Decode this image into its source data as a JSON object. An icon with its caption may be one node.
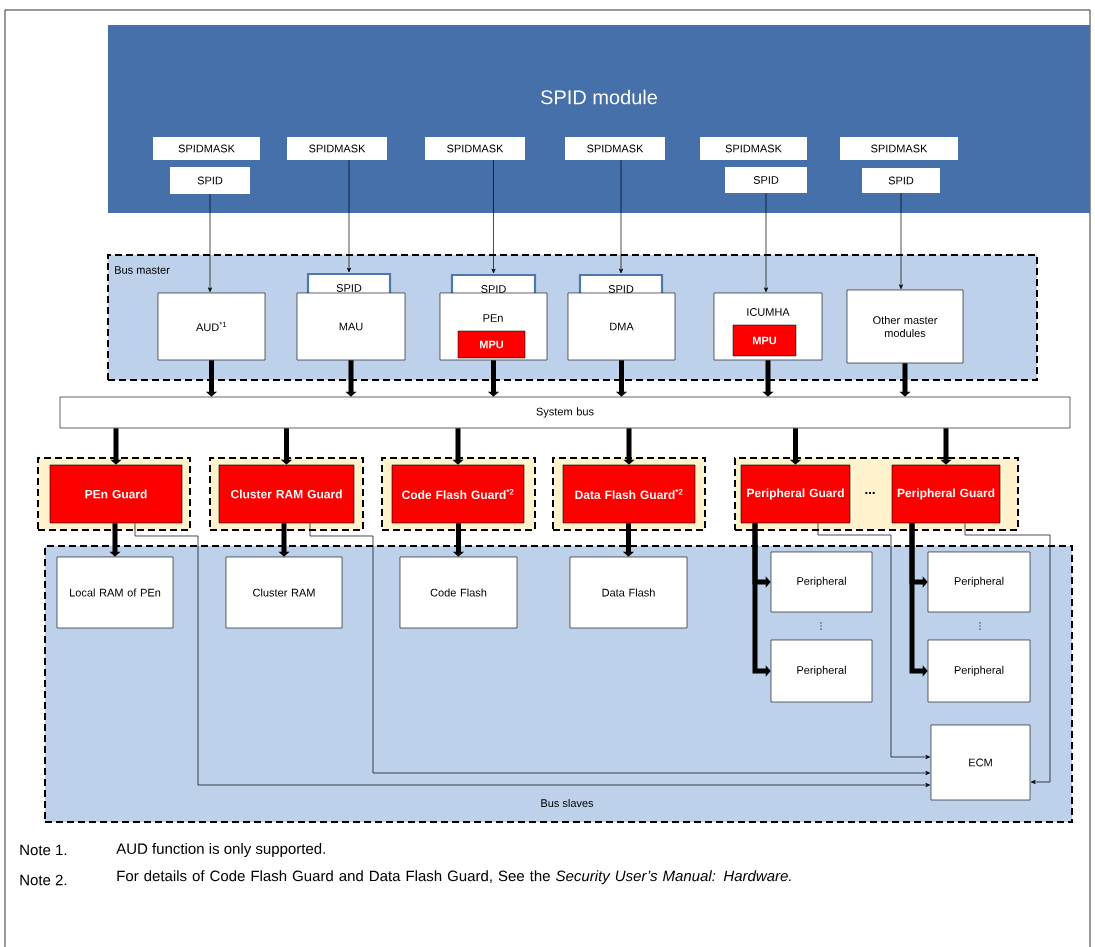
{
  "diagram": {
    "nodes": [
      {
        "text": [
          "SPID module"
        ]
      },
      {
        "text": [
          "SPIDMASK"
        ],
        "in": 0
      },
      {
        "text": [
          "SPIDMASK"
        ],
        "in": 0
      },
      {
        "text": [
          "SPIDMASK"
        ],
        "in": 0
      },
      {
        "text": [
          "SPIDMASK"
        ],
        "in": 0
      },
      {
        "text": [
          "SPIDMASK"
        ],
        "in": 0
      },
      {
        "text": [
          "SPIDMASK"
        ],
        "in": 0
      },
      {
        "text": [
          "SPID"
        ],
        "in": 0
      },
      {
        "text": [
          "SPID"
        ],
        "in": 0
      },
      {
        "text": [
          "SPID"
        ],
        "in": 0
      },
      {
        "text": [
          "Bus master"
        ]
      },
      {
        "text": [
          "AUD$^{*1}$"
        ],
        "in": 10
      },
      {
        "text": [
          "SPID"
        ],
        "in": 10
      },
      {
        "text": [
          "MAU"
        ],
        "in": 10
      },
      {
        "text": [
          "SPID"
        ],
        "in": 10
      },
      {
        "text": [
          "PEn"
        ],
        "in": 10
      },
      {
        "text": [
          "MPU"
        ],
        "in": 15
      },
      {
        "text": [
          "SPID"
        ],
        "in": 10
      },
      {
        "text": [
          "DMA"
        ],
        "in": 10
      },
      {
        "text": [
          "ICUMHA"
        ],
        "in": 10
      },
      {
        "text": [
          "MPU"
        ],
        "in": 19
      },
      {
        "text": [
          "Other master modules"
        ],
        "in": 10
      },
      {
        "text": [
          "System bus"
        ]
      },
      {
        "text": [],
        "shape": "box"
      },
      {
        "text": [
          "PEn Guard"
        ],
        "in": 23
      },
      {
        "text": [],
        "shape": "box"
      },
      {
        "text": [
          "Cluster RAM Guard"
        ],
        "in": 25
      },
      {
        "text": [],
        "shape": "box"
      },
      {
        "text": [
          "Code Flash Guard$^{*2}$"
        ],
        "in": 27
      },
      {
        "text": [],
        "shape": "box"
      },
      {
        "text": [
          "Data Flash Guard$^{*2}$"
        ],
        "in": 29
      },
      {
        "text": [],
        "shape": "box"
      },
      {
        "text": [
          "Peripheral Guard"
        ],
        "in": 31
      },
      {
        "text": [
          "Peripheral Guard"
        ],
        "in": 31
      },
      {
        "text": [
          "Bus slaves"
        ]
      },
      {
        "text": [
          "Local RAM of PEn"
        ],
        "in": 34
      },
      {
        "text": [
          "Cluster RAM"
        ],
        "in": 34
      },
      {
        "text": [
          "Code Flash"
        ],
        "in": 34
      },
      {
        "text": [
          "Data Flash"
        ],
        "in": 34
      },
      {
        "text": [
          "Peripheral"
        ],
        "in": 34
      },
      {
        "text": [
          "Peripheral"
        ],
        "in": 34
      },
      {
        "text": [
          "Peripheral"
        ],
        "in": 34
      },
      {
        "text": [
          "Peripheral"
        ],
        "in": 34
      },
      {
        "text": [
          "ECM"
        ],
        "in": 34
      }
    ],
    "edges": [
      {
        "from": 7,
        "to": 11,
        "arrow": "to"
      },
      {
        "from": 2,
        "to": 12,
        "arrow": "to"
      },
      {
        "from": 3,
        "to": 14,
        "arrow": "to"
      },
      {
        "from": 4,
        "to": 17,
        "arrow": "to"
      },
      {
        "from": 8,
        "to": 19,
        "arrow": "to"
      },
      {
        "from": 9,
        "to": 21,
        "arrow": "to"
      },
      {
        "from": 11,
        "to": 22,
        "arrow": "to"
      },
      {
        "from": 13,
        "to": 22,
        "arrow": "to"
      },
      {
        "from": 15,
        "to": 22,
        "arrow": "to"
      },
      {
        "from": 18,
        "to": 22,
        "arrow": "to"
      },
      {
        "from": 19,
        "to": 22,
        "arrow": "to"
      },
      {
        "from": 21,
        "to": 22,
        "arrow": "to"
      },
      {
        "from": 22,
        "to": 24,
        "arrow": "to"
      },
      {
        "from": 22,
        "to": 26,
        "arrow": "to"
      },
      {
        "from": 22,
        "to": 28,
        "arrow": "to"
      },
      {
        "from": 22,
        "to": 30,
        "arrow": "to"
      },
      {
        "from": 22,
        "to": 32,
        "arrow": "to"
      },
      {
        "from": 22,
        "to": 33,
        "arrow": "to"
      },
      {
        "from": 24,
        "to": 35,
        "arrow": "to"
      },
      {
        "from": 26,
        "to": 36,
        "arrow": "to"
      },
      {
        "from": 28,
        "to": 37,
        "arrow": "to"
      },
      {
        "from": 30,
        "to": 38,
        "arrow": "to"
      },
      {
        "from": 32,
        "to": 39,
        "arrow": "to"
      },
      {
        "from": 32,
        "to": 40,
        "arrow": "to"
      },
      {
        "from": 33,
        "to": 41,
        "arrow": "to"
      },
      {
        "from": 33,
        "to": 42,
        "arrow": "to"
      },
      {
        "from": 24,
        "to": 43,
        "arrow": "to"
      },
      {
        "from": 26,
        "to": 43,
        "arrow": "to"
      },
      {
        "from": 32,
        "to": 43,
        "arrow": "to"
      },
      {
        "from": 33,
        "to": 43,
        "arrow": "to"
      }
    ],
    "labels": [
      "…",
      "⋮",
      "⋮",
      "Note 1.",
      "AUD function is only supported.",
      "Note 2.",
      "For details of Code Flash Guard and Data Flash Guard, See the *Security User’s Manual: Hardware.*"
    ]
  }
}
